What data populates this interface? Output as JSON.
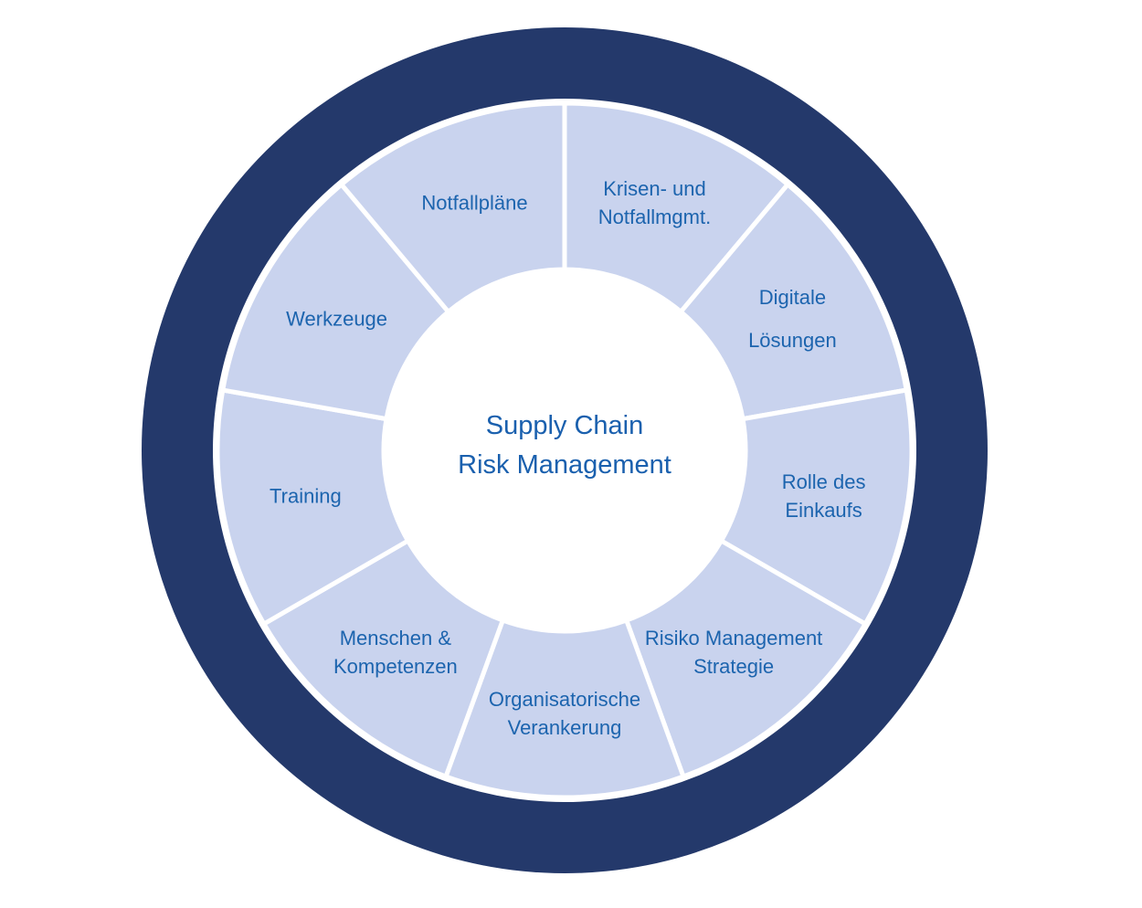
{
  "diagram": {
    "type": "ring-wheel",
    "center_title": "Supply Chain\nRisk Management",
    "segments": [
      {
        "id": "krisen-und-notfallmgmt",
        "label": "Krisen- und\nNotfallmgmt."
      },
      {
        "id": "digitale-loesungen",
        "label": "Digitale\nLösungen",
        "wide_gap": true
      },
      {
        "id": "rolle-des-einkaufs",
        "label": "Rolle des\nEinkaufs"
      },
      {
        "id": "risiko-management-strategie",
        "label": "Risiko Management\nStrategie"
      },
      {
        "id": "organisatorische-verankerung",
        "label": "Organisatorische\nVerankerung"
      },
      {
        "id": "menschen-kompetenzen",
        "label": "Menschen &\nKompetenzen"
      },
      {
        "id": "training",
        "label": "Training"
      },
      {
        "id": "werkzeuge",
        "label": "Werkzeuge"
      },
      {
        "id": "notfallplaene",
        "label": "Notfallpläne"
      }
    ]
  },
  "colors": {
    "background": "#ffffff",
    "outer_ring": "#24396B",
    "segment_fill": "#C9D3EE",
    "divider": "#ffffff",
    "inner_circle": "#ffffff",
    "label_text": "#1C64AE",
    "center_text": "#1A60AE"
  }
}
